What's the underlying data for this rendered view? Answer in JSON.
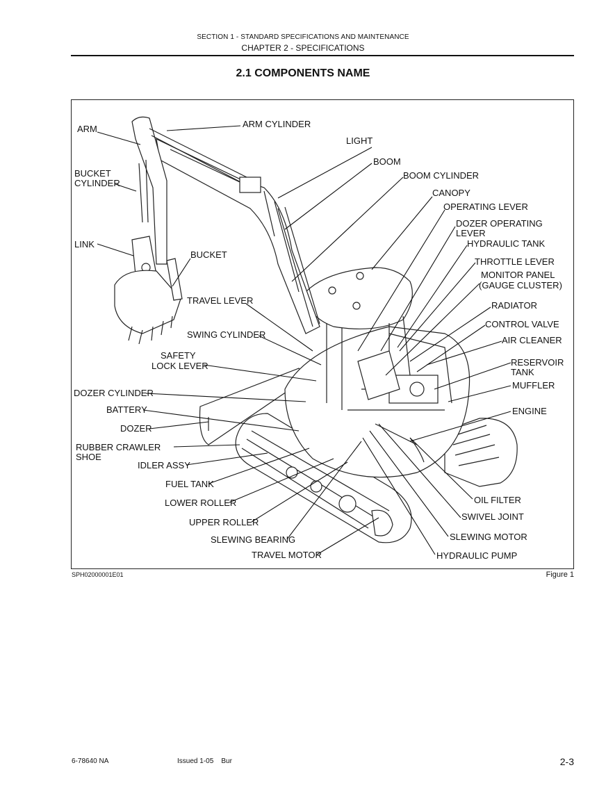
{
  "header": {
    "section": "SECTION 1 - STANDARD SPECIFICATIONS AND MAINTENANCE",
    "chapter": "CHAPTER 2 - SPECIFICATIONS"
  },
  "title": "2.1  COMPONENTS NAME",
  "figure": {
    "id": "SPH02000001E01",
    "caption": "Figure 1",
    "labels": {
      "arm": "ARM",
      "arm_cylinder": "ARM CYLINDER",
      "light": "LIGHT",
      "boom": "BOOM",
      "boom_cylinder": "BOOM CYLINDER",
      "canopy": "CANOPY",
      "operating_lever": "OPERATING LEVER",
      "dozer_operating_lever_1": "DOZER OPERATING",
      "dozer_operating_lever_2": "LEVER",
      "hydraulic_tank": "HYDRAULIC TANK",
      "throttle_lever": "THROTTLE LEVER",
      "monitor_panel_1": "MONITOR PANEL",
      "monitor_panel_2": "(GAUGE CLUSTER)",
      "radiator": "RADIATOR",
      "control_valve": "CONTROL VALVE",
      "air_cleaner": "AIR CLEANER",
      "reservoir_tank_1": "RESERVOIR",
      "reservoir_tank_2": "TANK",
      "muffler": "MUFFLER",
      "engine": "ENGINE",
      "bucket_cylinder_1": "BUCKET",
      "bucket_cylinder_2": "CYLINDER",
      "link": "LINK",
      "bucket": "BUCKET",
      "travel_lever": "TRAVEL LEVER",
      "swing_cylinder": "SWING CYLINDER",
      "safety_lock_lever_1": "SAFETY",
      "safety_lock_lever_2": "LOCK LEVER",
      "dozer_cylinder": "DOZER CYLINDER",
      "battery": "BATTERY",
      "dozer": "DOZER",
      "rubber_crawler_shoe_1": "RUBBER CRAWLER",
      "rubber_crawler_shoe_2": "SHOE",
      "idler_assy": "IDLER ASSY",
      "fuel_tank": "FUEL TANK",
      "lower_roller": "LOWER ROLLER",
      "upper_roller": "UPPER ROLLER",
      "slewing_bearing": "SLEWING BEARING",
      "travel_motor": "TRAVEL MOTOR",
      "oil_filter": "OIL FILTER",
      "swivel_joint": "SWIVEL JOINT",
      "slewing_motor": "SLEWING MOTOR",
      "hydraulic_pump": "HYDRAULIC PUMP"
    }
  },
  "footer": {
    "doc_number": "6-78640 NA",
    "issued": "Issued 1-05    Bur",
    "page": "2-3"
  }
}
